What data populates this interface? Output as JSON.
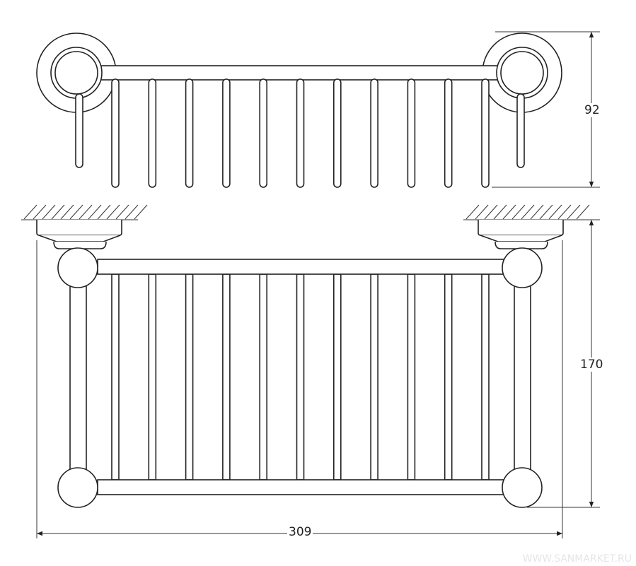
{
  "dimensions": {
    "depth": "92",
    "height": "170",
    "width": "309"
  },
  "watermark": "WWW.SANMARKET.RU",
  "bar_count": 11
}
